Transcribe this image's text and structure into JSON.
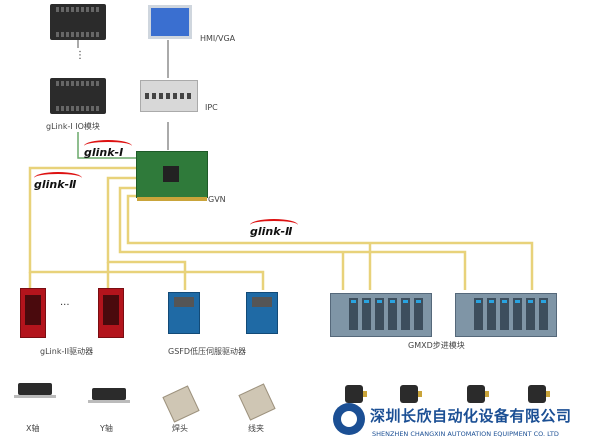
{
  "devices": {
    "hmi_label": "HMI/VGA",
    "ipc_label": "IPC",
    "io_module_label": "gLink-I IO模块",
    "gvn_label": "GVN",
    "glink2_driver_label": "gLink-II驱动器",
    "gsfd_label": "GSFD低压伺服驱动器",
    "gmxd_label": "GMXD步进模块"
  },
  "buses": {
    "glink1": "glink-Ⅰ",
    "glink2_left": "glink-Ⅱ",
    "glink2_center": "glink-Ⅱ"
  },
  "ellipsis": {
    "io_vertical": "⋮",
    "driver_horizontal": "···"
  },
  "actuators": {
    "x_axis": "X轴",
    "y_axis": "Y轴",
    "weld_head": "焊头",
    "clamp": "线夹"
  },
  "company": {
    "name_cn": "深圳长欣自动化设备有限公司",
    "name_en": "SHENZHEN CHANGXIN AUTOMATION EQUIPMENT CO. LTD"
  },
  "colors": {
    "bus_line": "#e8d27a",
    "glink1_line": "#6aa86a",
    "accent_red": "#d11111",
    "brand_blue": "#1b4f94"
  }
}
